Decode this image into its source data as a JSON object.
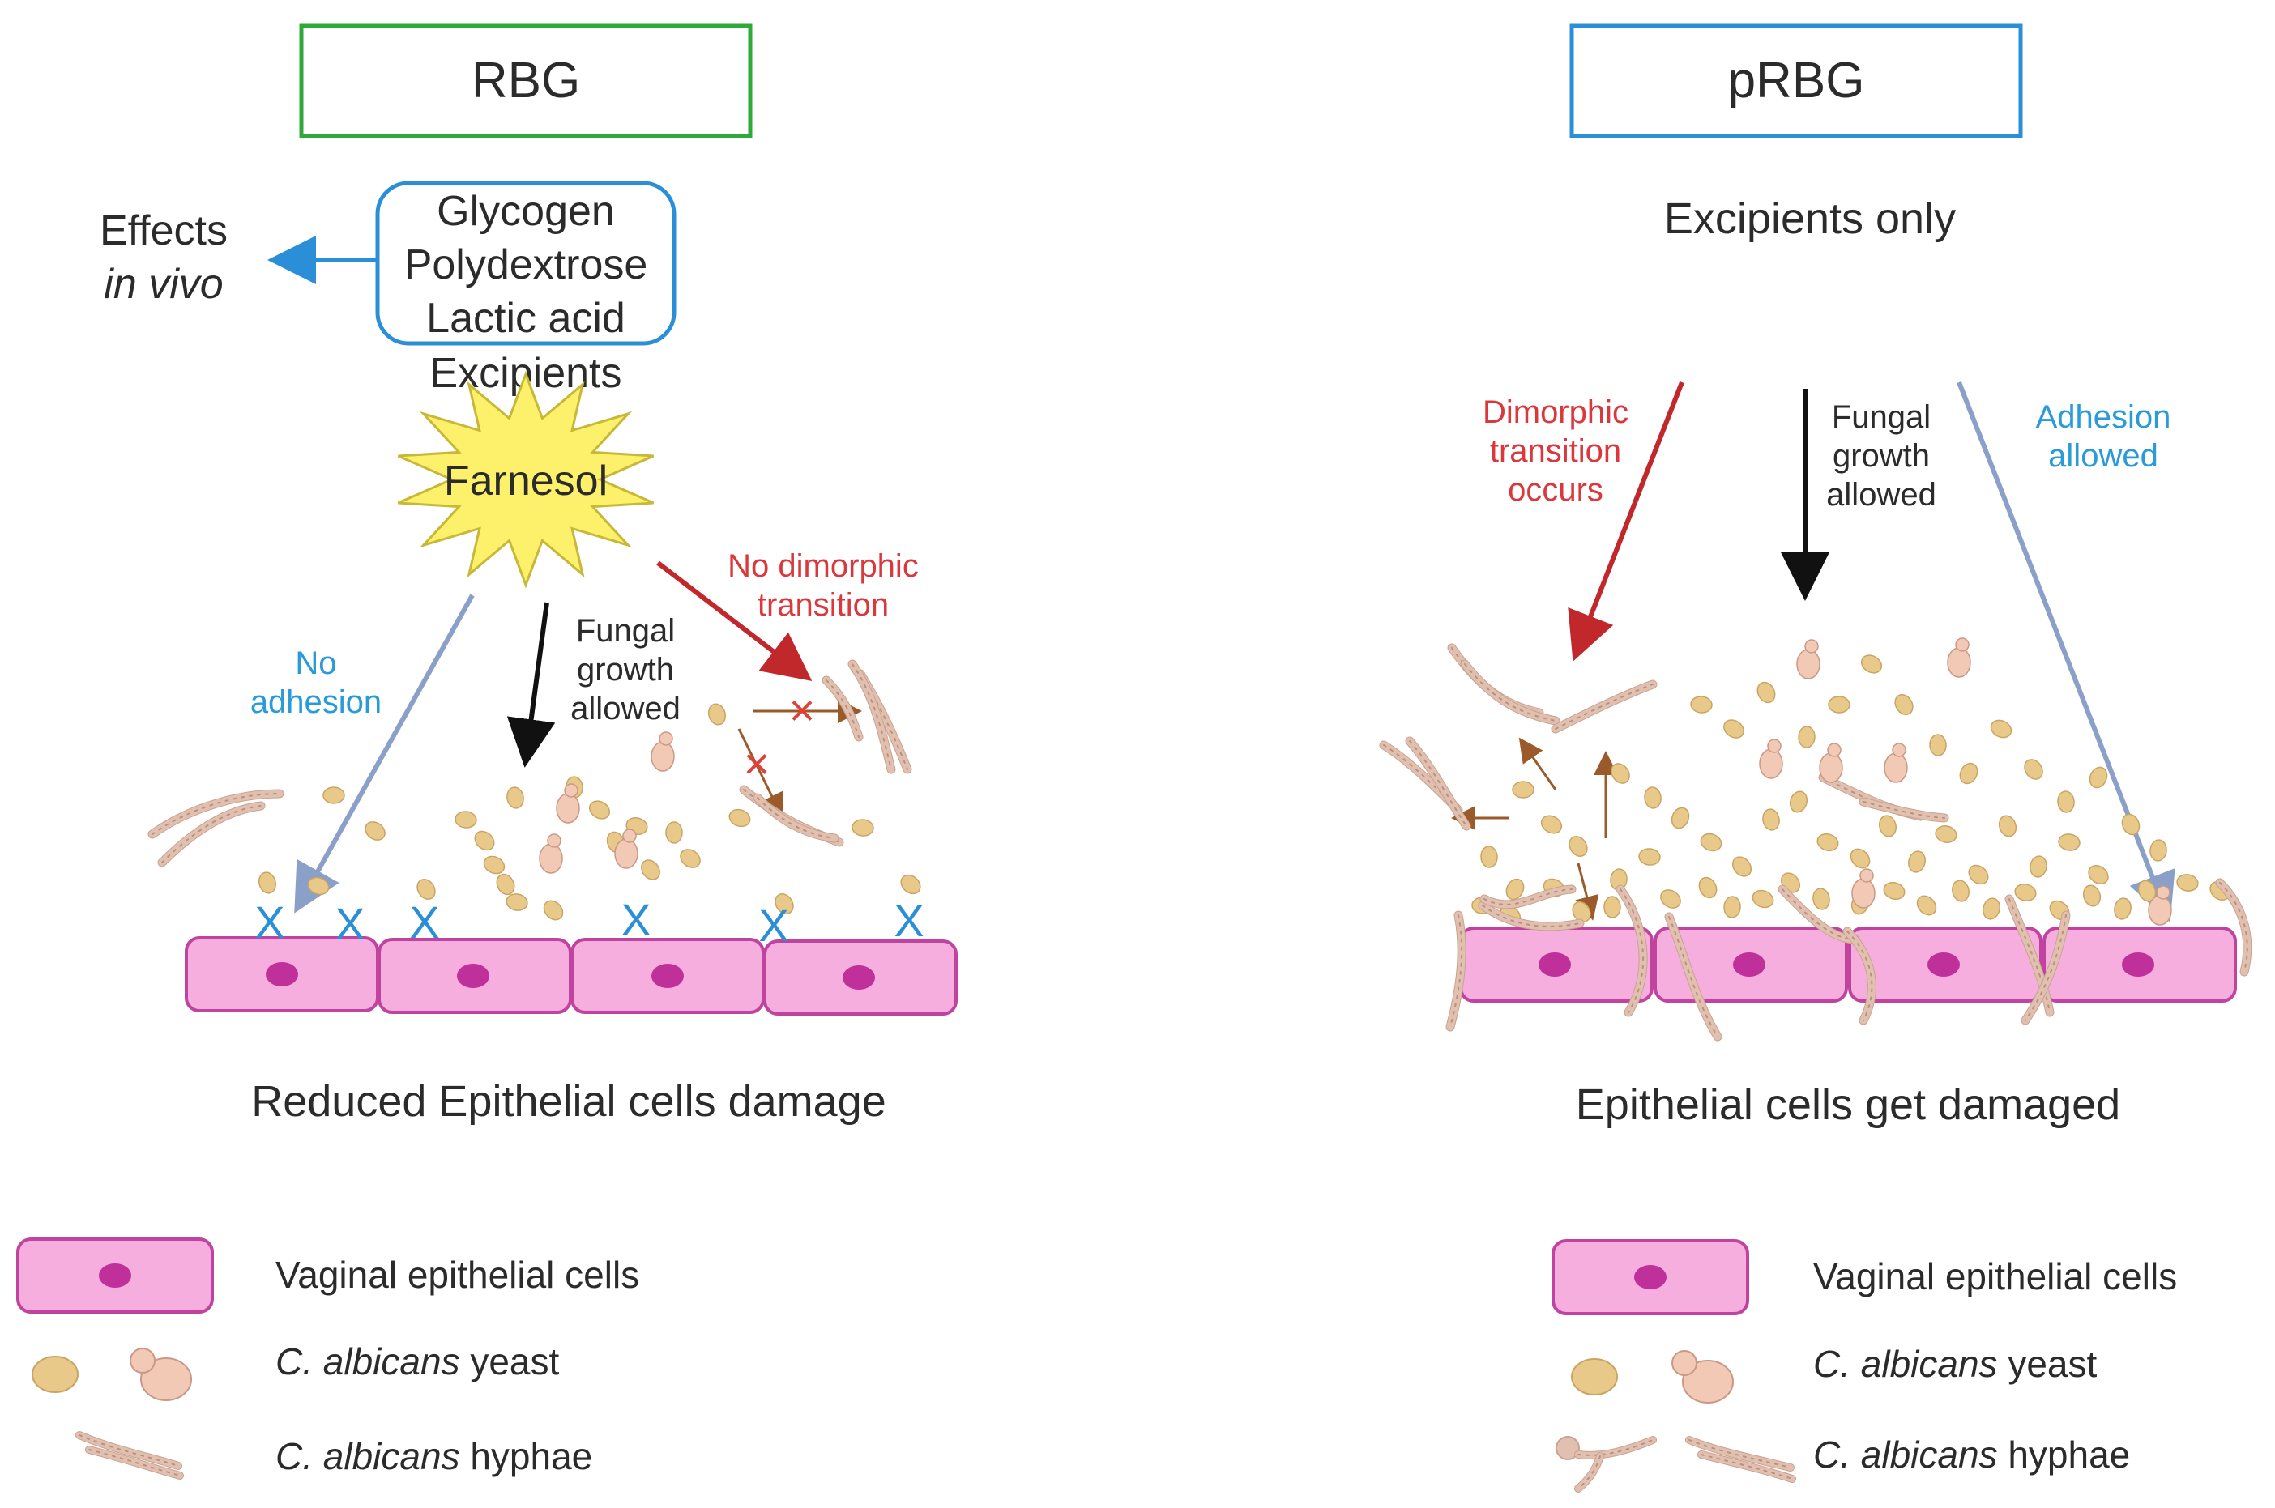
{
  "left_panel": {
    "title": "RBG",
    "title_box_color": "#2eaa3a",
    "effects_label_1": "Effects",
    "effects_label_2": "in vivo",
    "ingredients": [
      "Glycogen",
      "Polydextrose",
      "Lactic acid"
    ],
    "excipients_label": "Excipients",
    "farnesol_label": "Farnesol",
    "no_adhesion_label": [
      "No",
      "adhesion"
    ],
    "fungal_growth_label": [
      "Fungal",
      "growth",
      "allowed"
    ],
    "no_dimorphic_label": [
      "No dimorphic",
      "transition"
    ],
    "caption": "Reduced Epithelial cells damage"
  },
  "right_panel": {
    "title": "pRBG",
    "title_box_color": "#2a8fd6",
    "excipients_only_label": "Excipients only",
    "dimorphic_label": [
      "Dimorphic",
      "transition",
      "occurs"
    ],
    "fungal_growth_label": [
      "Fungal",
      "growth",
      "allowed"
    ],
    "adhesion_label": [
      "Adhesion",
      "allowed"
    ],
    "caption": "Epithelial cells get damaged"
  },
  "legend": {
    "epithelial_label": "Vaginal epithelial cells",
    "yeast_species": "C. albicans",
    "yeast_label": " yeast",
    "hyphae_species": "C. albicans",
    "hyphae_label": " hyphae"
  },
  "colors": {
    "cell_fill": "#f5aede",
    "cell_stroke": "#c0449f",
    "nucleus": "#c0309a",
    "yeast": "#e8c98a",
    "budding_yeast": "#f2c9b5",
    "hyphae": "#e2c0b0",
    "no_adhesion_x": "#2a8fd6",
    "red_arrow": "#c0282c",
    "blue_arrow": "#8aa0c8"
  }
}
